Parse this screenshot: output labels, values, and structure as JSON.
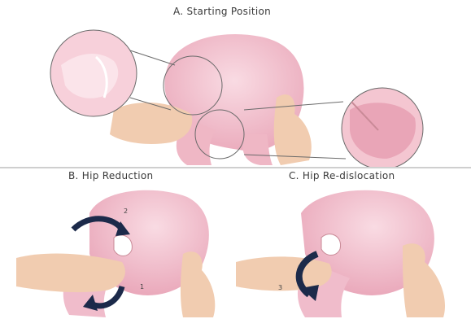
{
  "panels": {
    "a": {
      "title": "A. Starting Position"
    },
    "b": {
      "title": "B. Hip Reduction",
      "step_labels": [
        "2",
        "1"
      ]
    },
    "c": {
      "title": "C. Hip Re-dislocation",
      "step_labels": [
        "3"
      ]
    }
  },
  "colors": {
    "skin": "#f2c3cf",
    "skin_dark": "#e7a6b6",
    "hand": "#f1ccb0",
    "arrow": "#1c2a4a",
    "outline": "#6a6a6a"
  }
}
